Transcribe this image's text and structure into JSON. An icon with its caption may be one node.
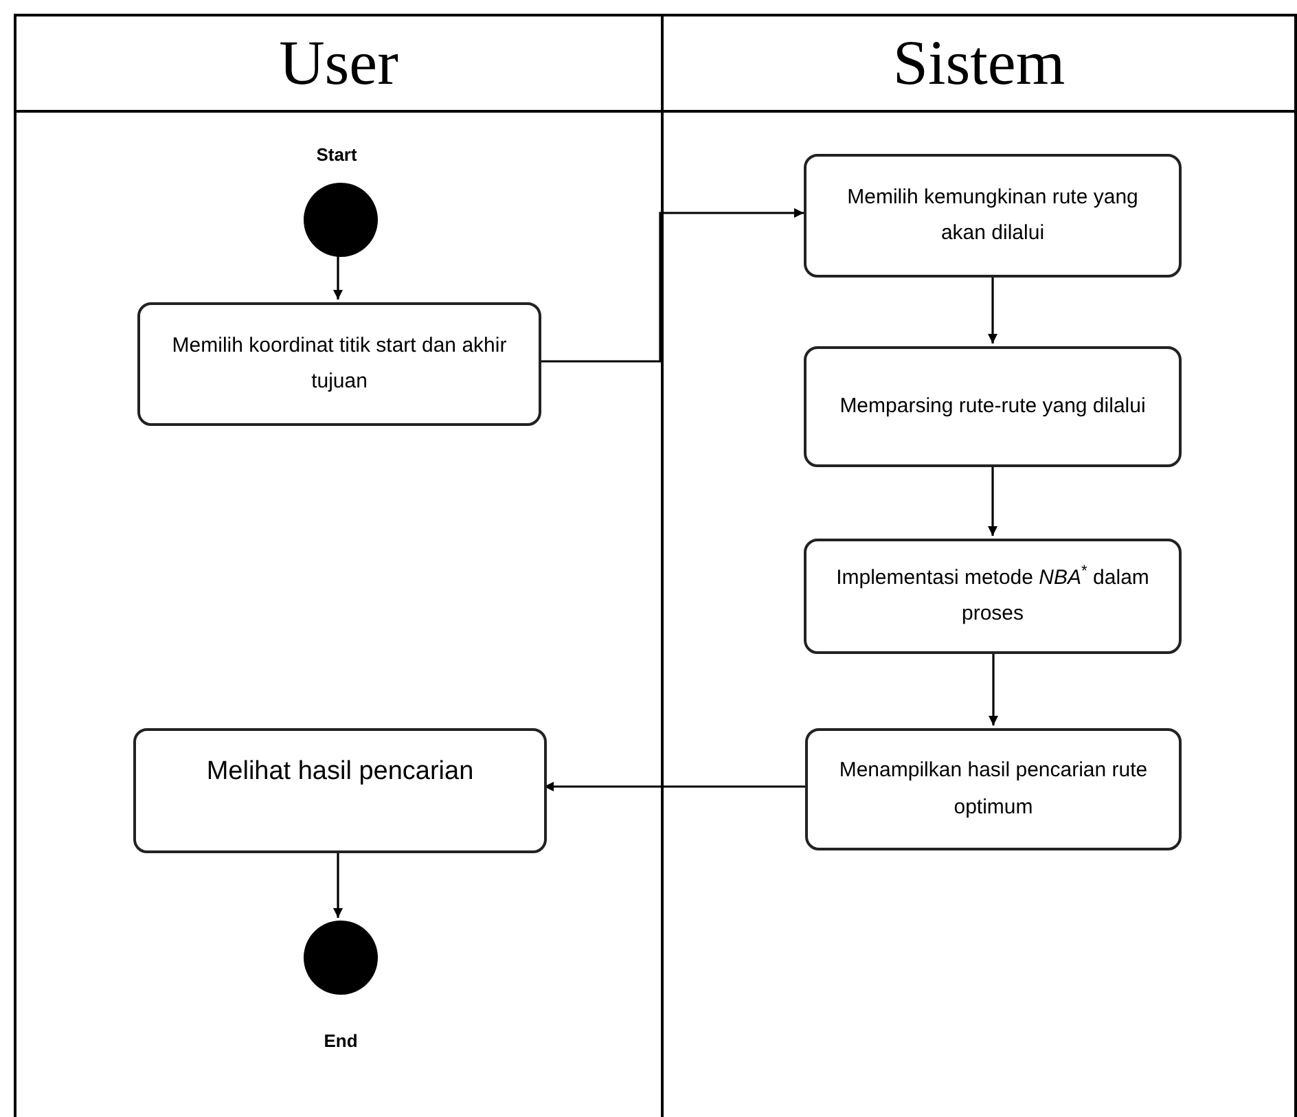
{
  "diagram": {
    "nodes": [
      {
        "text": [
          "User"
        ]
      },
      {
        "text": [
          "Sistem"
        ]
      },
      {
        "text": [],
        "shape": "circle",
        "in": 0,
        "beside": [
          "Start"
        ]
      },
      {
        "text": [
          "Memilih koordinat titik start dan akhir tujuan"
        ],
        "in": 0
      },
      {
        "text": [
          "Memilih kemungkinan rute yang akan dilalui"
        ],
        "in": 1
      },
      {
        "text": [
          "Memparsing rute-rute yang dilalui"
        ],
        "in": 1
      },
      {
        "text": [
          "Implementasi metode *NBA*$^{*}$ dalam proses"
        ],
        "in": 1
      },
      {
        "text": [
          "Menampilkan hasil pencarian rute optimum"
        ],
        "in": 1
      },
      {
        "text": [
          "Melihat hasil pencarian"
        ],
        "in": 0
      },
      {
        "text": [],
        "shape": "circle",
        "in": 0,
        "beside": [
          "End"
        ]
      }
    ],
    "edges": [
      {
        "from": 2,
        "to": 3,
        "arrow": "to"
      },
      {
        "from": 3,
        "to": 4,
        "arrow": "to"
      },
      {
        "from": 4,
        "to": 5,
        "arrow": "to"
      },
      {
        "from": 5,
        "to": 6,
        "arrow": "to"
      },
      {
        "from": 6,
        "to": 7,
        "arrow": "to"
      },
      {
        "from": 7,
        "to": 8,
        "arrow": "to"
      },
      {
        "from": 8,
        "to": 9,
        "arrow": "to"
      }
    ]
  }
}
